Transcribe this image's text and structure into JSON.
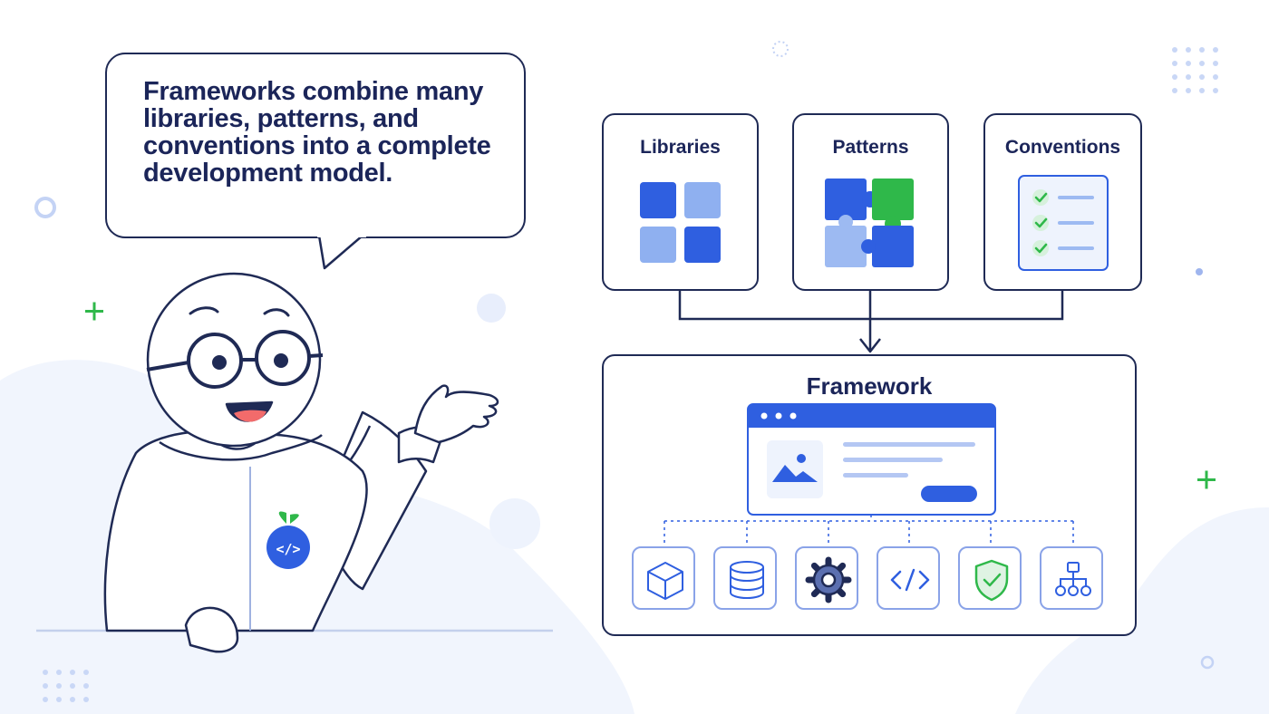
{
  "speech_bubble": {
    "lines": [
      "Frameworks combine many",
      "libraries, patterns, and",
      "conventions into a complete",
      "development model."
    ]
  },
  "inputs": [
    {
      "label": "Libraries",
      "icon": "grid-squares-icon"
    },
    {
      "label": "Patterns",
      "icon": "puzzle-pieces-icon"
    },
    {
      "label": "Conventions",
      "icon": "checklist-icon"
    }
  ],
  "framework": {
    "label": "Framework",
    "window_icon": "browser-window-icon",
    "modules": [
      {
        "icon": "cube-icon"
      },
      {
        "icon": "database-icon"
      },
      {
        "icon": "gear-icon"
      },
      {
        "icon": "code-icon"
      },
      {
        "icon": "shield-check-icon"
      },
      {
        "icon": "hierarchy-icon"
      }
    ]
  },
  "character": {
    "badge_icon": "code-icon",
    "leaf_icon": "leaf-icon"
  },
  "colors": {
    "outline": "#1f2a55",
    "blue": "#2f5fe0",
    "light_blue": "#8fb0f0",
    "green": "#2fb84a",
    "background_blob": "#eef3fc"
  }
}
